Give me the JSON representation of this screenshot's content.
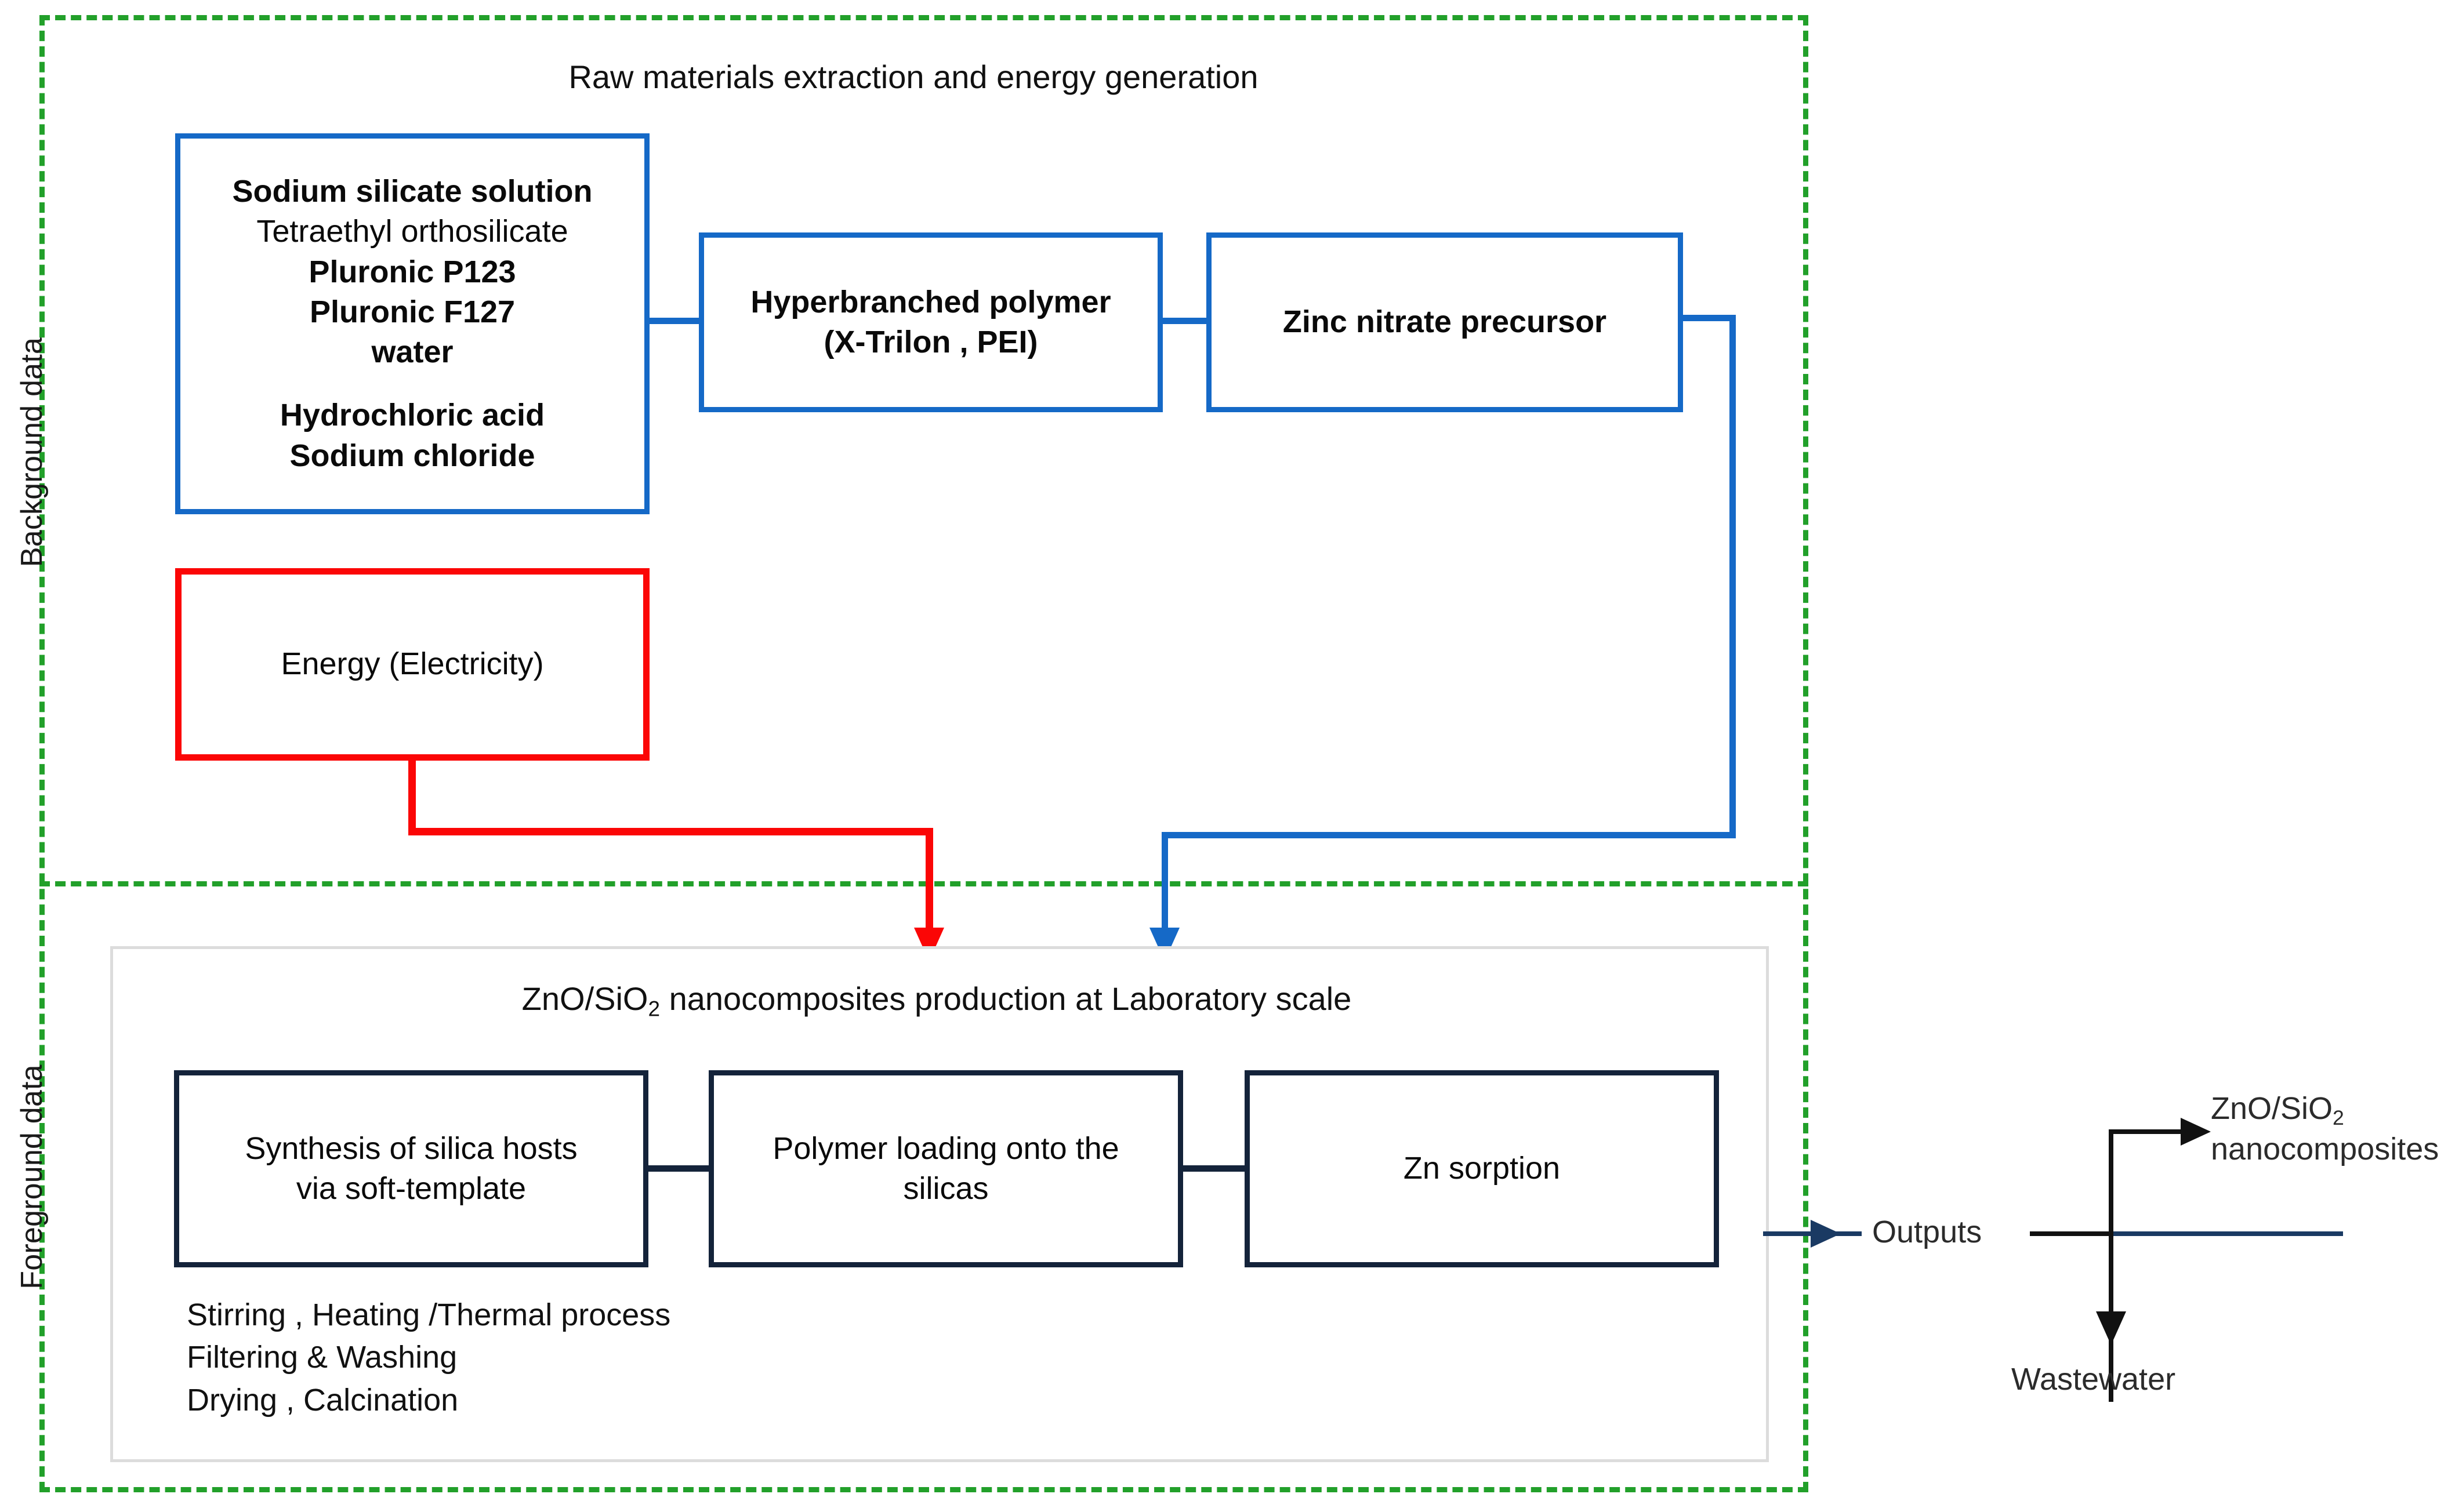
{
  "diagram": {
    "side_labels": {
      "background": "Background data",
      "foreground": "Foreground data"
    },
    "background_section": {
      "title": "Raw materials extraction and energy generation",
      "materials_box": {
        "lines": [
          "Sodium silicate solution",
          "Tetraethyl orthosilicate",
          "Pluronic P123",
          "Pluronic F127",
          "water",
          "",
          "Hydrochloric acid",
          "Sodium chloride"
        ]
      },
      "polymer_box": {
        "line1": "Hyperbranched polymer",
        "line2": "(X-Trilon , PEI)"
      },
      "zinc_box": {
        "label": "Zinc nitrate precursor"
      },
      "energy_box": {
        "label": "Energy (Electricity)"
      }
    },
    "foreground_section": {
      "title_pre": "ZnO/SiO",
      "title_sub": "2",
      "title_post": " nanocomposites  production at Laboratory scale",
      "process_steps": [
        {
          "line1": "Synthesis of silica hosts",
          "line2": "via soft-template"
        },
        {
          "line1": "Polymer loading onto the",
          "line2": "silicas"
        },
        {
          "line1": "Zn sorption",
          "line2": ""
        }
      ],
      "operations": [
        "Stirring , Heating /Thermal process",
        "Filtering & Washing",
        "Drying , Calcination"
      ]
    },
    "outputs": {
      "label": "Outputs",
      "product_pre": "ZnO/SiO",
      "product_sub": "2",
      "product_post": "nanocomposites",
      "waste_label": "Wastewater"
    },
    "colors": {
      "boundary_green": "#22a02a",
      "material_blue": "#1569c7",
      "energy_red": "#fb0606",
      "process_dark": "#14233a",
      "container_grey": "#dcdcdc",
      "outputs_navy": "#1a3a63"
    }
  }
}
